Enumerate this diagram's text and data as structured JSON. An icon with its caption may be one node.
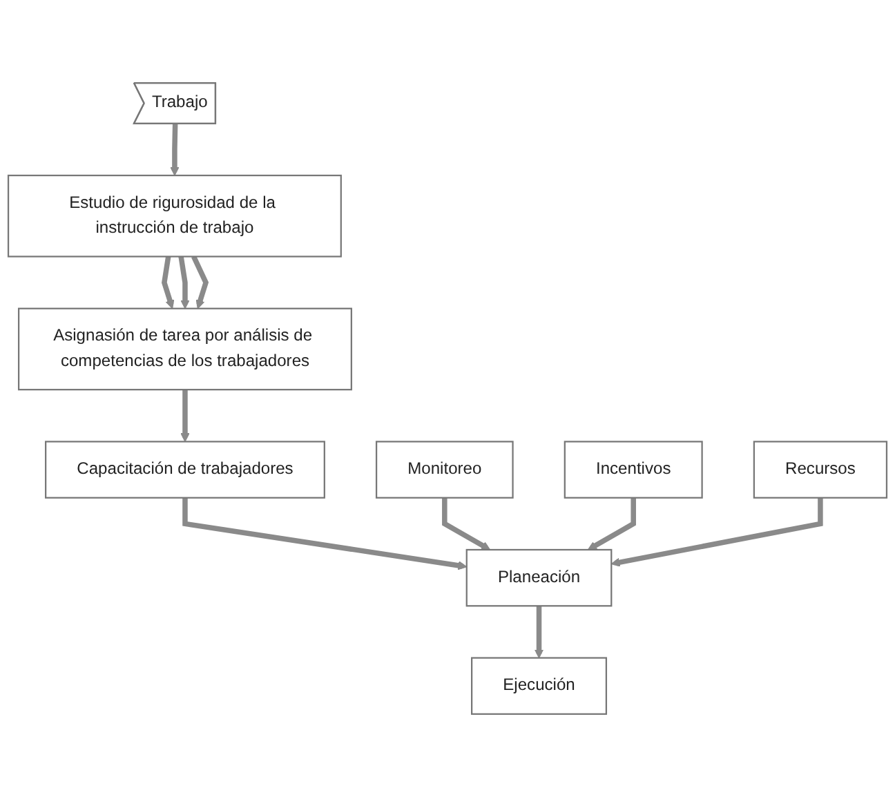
{
  "diagram": {
    "nodes": [
      {
        "text": [
          "Trabajo"
        ]
      },
      {
        "text": [
          "Estudio de rigurosidad de la instrucción de trabajo"
        ]
      },
      {
        "text": [
          "Asignasión de tarea por análisis de competencias de los trabajadores"
        ]
      },
      {
        "text": [
          "Capacitación de trabajadores"
        ]
      },
      {
        "text": [
          "Monitoreo"
        ]
      },
      {
        "text": [
          "Incentivos"
        ]
      },
      {
        "text": [
          "Recursos"
        ]
      },
      {
        "text": [
          "Planeación"
        ]
      },
      {
        "text": [
          "Ejecución"
        ]
      }
    ],
    "edges": [
      {
        "from": 0,
        "to": 1,
        "arrow": "to"
      },
      {
        "from": 1,
        "to": 2,
        "arrow": "to"
      },
      {
        "from": 1,
        "to": 2,
        "arrow": "to"
      },
      {
        "from": 1,
        "to": 2,
        "arrow": "to"
      },
      {
        "from": 2,
        "to": 3,
        "arrow": "to"
      },
      {
        "from": 3,
        "to": 7,
        "arrow": "to"
      },
      {
        "from": 4,
        "to": 7,
        "arrow": "to"
      },
      {
        "from": 5,
        "to": 7,
        "arrow": "to"
      },
      {
        "from": 6,
        "to": 7,
        "arrow": "to"
      },
      {
        "from": 7,
        "to": 8,
        "arrow": "to"
      }
    ]
  }
}
